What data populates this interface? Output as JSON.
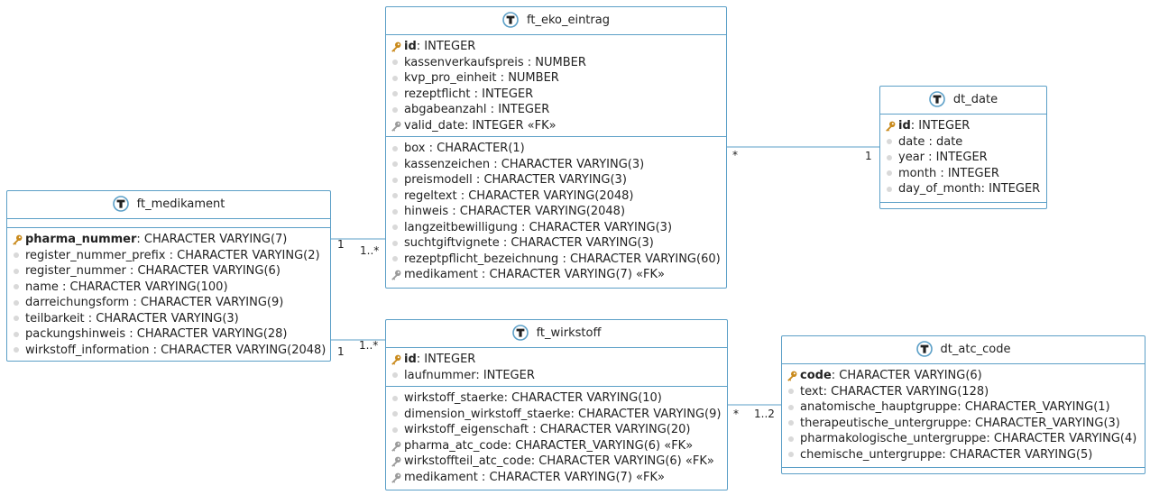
{
  "entities": {
    "ft_eko_eintrag": {
      "title": "ft_eko_eintrag",
      "section1": [
        {
          "kind": "pk",
          "name": "id",
          "type": ": INTEGER"
        },
        {
          "kind": "field",
          "name": "kassenverkaufspreis",
          "type": " : NUMBER"
        },
        {
          "kind": "field",
          "name": "kvp_pro_einheit",
          "type": " : NUMBER"
        },
        {
          "kind": "field",
          "name": "rezeptflicht",
          "type": " : INTEGER"
        },
        {
          "kind": "field",
          "name": "abgabeanzahl",
          "type": " : INTEGER"
        },
        {
          "kind": "fk",
          "name": "valid_date",
          "type": ": INTEGER «FK»"
        }
      ],
      "section2": [
        {
          "kind": "field",
          "name": "box",
          "type": " : CHARACTER(1)"
        },
        {
          "kind": "field",
          "name": "kassenzeichen",
          "type": " : CHARACTER VARYING(3)"
        },
        {
          "kind": "field",
          "name": "preismodell",
          "type": " : CHARACTER VARYING(3)"
        },
        {
          "kind": "field",
          "name": "regeltext",
          "type": " : CHARACTER VARYING(2048)"
        },
        {
          "kind": "field",
          "name": "hinweis",
          "type": " : CHARACTER VARYING(2048)"
        },
        {
          "kind": "field",
          "name": "langzeitbewilligung",
          "type": " : CHARACTER VARYING(3)"
        },
        {
          "kind": "field",
          "name": "suchtgiftvignete",
          "type": " : CHARACTER VARYING(3)"
        },
        {
          "kind": "field",
          "name": "rezeptpflicht_bezeichnung",
          "type": " : CHARACTER VARYING(60)"
        },
        {
          "kind": "fk",
          "name": "medikament",
          "type": " : CHARACTER VARYING(7) «FK»"
        }
      ]
    },
    "dt_date": {
      "title": "dt_date",
      "section1": [
        {
          "kind": "pk",
          "name": "id",
          "type": ": INTEGER"
        },
        {
          "kind": "field",
          "name": "date",
          "type": " : date"
        },
        {
          "kind": "field",
          "name": "year",
          "type": " : INTEGER"
        },
        {
          "kind": "field",
          "name": "month",
          "type": " : INTEGER"
        },
        {
          "kind": "field",
          "name": "day_of_month",
          "type": ": INTEGER"
        }
      ]
    },
    "ft_medikament": {
      "title": "ft_medikament",
      "section1": [
        {
          "kind": "pk",
          "name": "pharma_nummer",
          "type": ": CHARACTER VARYING(7)"
        },
        {
          "kind": "field",
          "name": "register_nummer_prefix",
          "type": " : CHARACTER VARYING(2)"
        },
        {
          "kind": "field",
          "name": "register_nummer",
          "type": " : CHARACTER VARYING(6)"
        },
        {
          "kind": "field",
          "name": "name",
          "type": " : CHARACTER VARYING(100)"
        },
        {
          "kind": "field",
          "name": "darreichungsform",
          "type": " : CHARACTER VARYING(9)"
        },
        {
          "kind": "field",
          "name": "teilbarkeit",
          "type": " : CHARACTER VARYING(3)"
        },
        {
          "kind": "field",
          "name": "packungshinweis",
          "type": " : CHARACTER VARYING(28)"
        },
        {
          "kind": "field",
          "name": "wirkstoff_information",
          "type": " : CHARACTER VARYING(2048)"
        }
      ]
    },
    "ft_wirkstoff": {
      "title": "ft_wirkstoff",
      "section1": [
        {
          "kind": "pk",
          "name": "id",
          "type": ": INTEGER"
        },
        {
          "kind": "field",
          "name": "laufnummer",
          "type": ": INTEGER"
        }
      ],
      "section2": [
        {
          "kind": "field",
          "name": "wirkstoff_staerke",
          "type": ": CHARACTER VARYING(10)"
        },
        {
          "kind": "field",
          "name": "dimension_wirkstoff_staerke",
          "type": ": CHARACTER VARYING(9)"
        },
        {
          "kind": "field",
          "name": "wirkstoff_eigenschaft",
          "type": " : CHARACTER VARYING(20)"
        },
        {
          "kind": "fk",
          "name": "pharma_atc_code",
          "type": ": CHARACTER_VARYING(6) «FK»"
        },
        {
          "kind": "fk",
          "name": "wirkstoffteil_atc_code",
          "type": ": CHARACTER VARYING(6) «FK»"
        },
        {
          "kind": "fk",
          "name": "medikament",
          "type": " : CHARACTER VARYING(7) «FK»"
        }
      ]
    },
    "dt_atc_code": {
      "title": "dt_atc_code",
      "section1": [
        {
          "kind": "pk",
          "name": "code",
          "type": ": CHARACTER VARYING(6)"
        },
        {
          "kind": "field",
          "name": "text",
          "type": ": CHARACTER VARYING(128)"
        },
        {
          "kind": "field",
          "name": "anatomische_hauptgruppe",
          "type": ": CHARACTER_VARYING(1)"
        },
        {
          "kind": "field",
          "name": "therapeutische_untergruppe",
          "type": ": CHARACTER_VARYING(3)"
        },
        {
          "kind": "field",
          "name": "pharmakologische_untergruppe",
          "type": ": CHARACTER VARYING(4)"
        },
        {
          "kind": "field",
          "name": "chemische_untergruppe",
          "type": ": CHARACTER VARYING(5)"
        }
      ]
    }
  },
  "relations": {
    "eko_date": {
      "from_mult": "*",
      "to_mult": "1"
    },
    "med_eko": {
      "from_mult": "1",
      "to_mult": "1..*"
    },
    "med_wirk": {
      "from_mult": "1",
      "to_mult": "1..*"
    },
    "wirk_atc": {
      "from_mult": "*",
      "to_mult": "1..2"
    }
  },
  "colors": {
    "border": "#5b9fc7",
    "pk_key": "#c98a1c",
    "fk_key": "#9a9a9a",
    "field_dot": "#d9d9d9"
  },
  "icons": {
    "table": "table-icon",
    "primary_key": "primary-key-icon",
    "foreign_key": "foreign-key-icon"
  }
}
